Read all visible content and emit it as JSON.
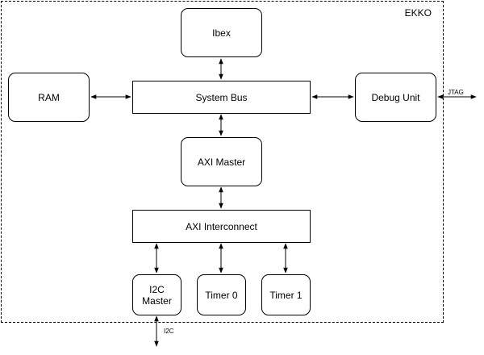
{
  "container": {
    "label": "EKKO"
  },
  "blocks": {
    "ibex": "Ibex",
    "ram": "RAM",
    "system_bus": "System Bus",
    "debug_unit": "Debug Unit",
    "axi_master": "AXI Master",
    "axi_interconnect": "AXI Interconnect",
    "i2c_master": "I2C\nMaster",
    "timer0": "Timer 0",
    "timer1": "Timer 1"
  },
  "external": {
    "jtag": "JTAG",
    "i2c": "I2C"
  },
  "colors": {
    "stroke": "#000000",
    "fill": "#ffffff"
  }
}
